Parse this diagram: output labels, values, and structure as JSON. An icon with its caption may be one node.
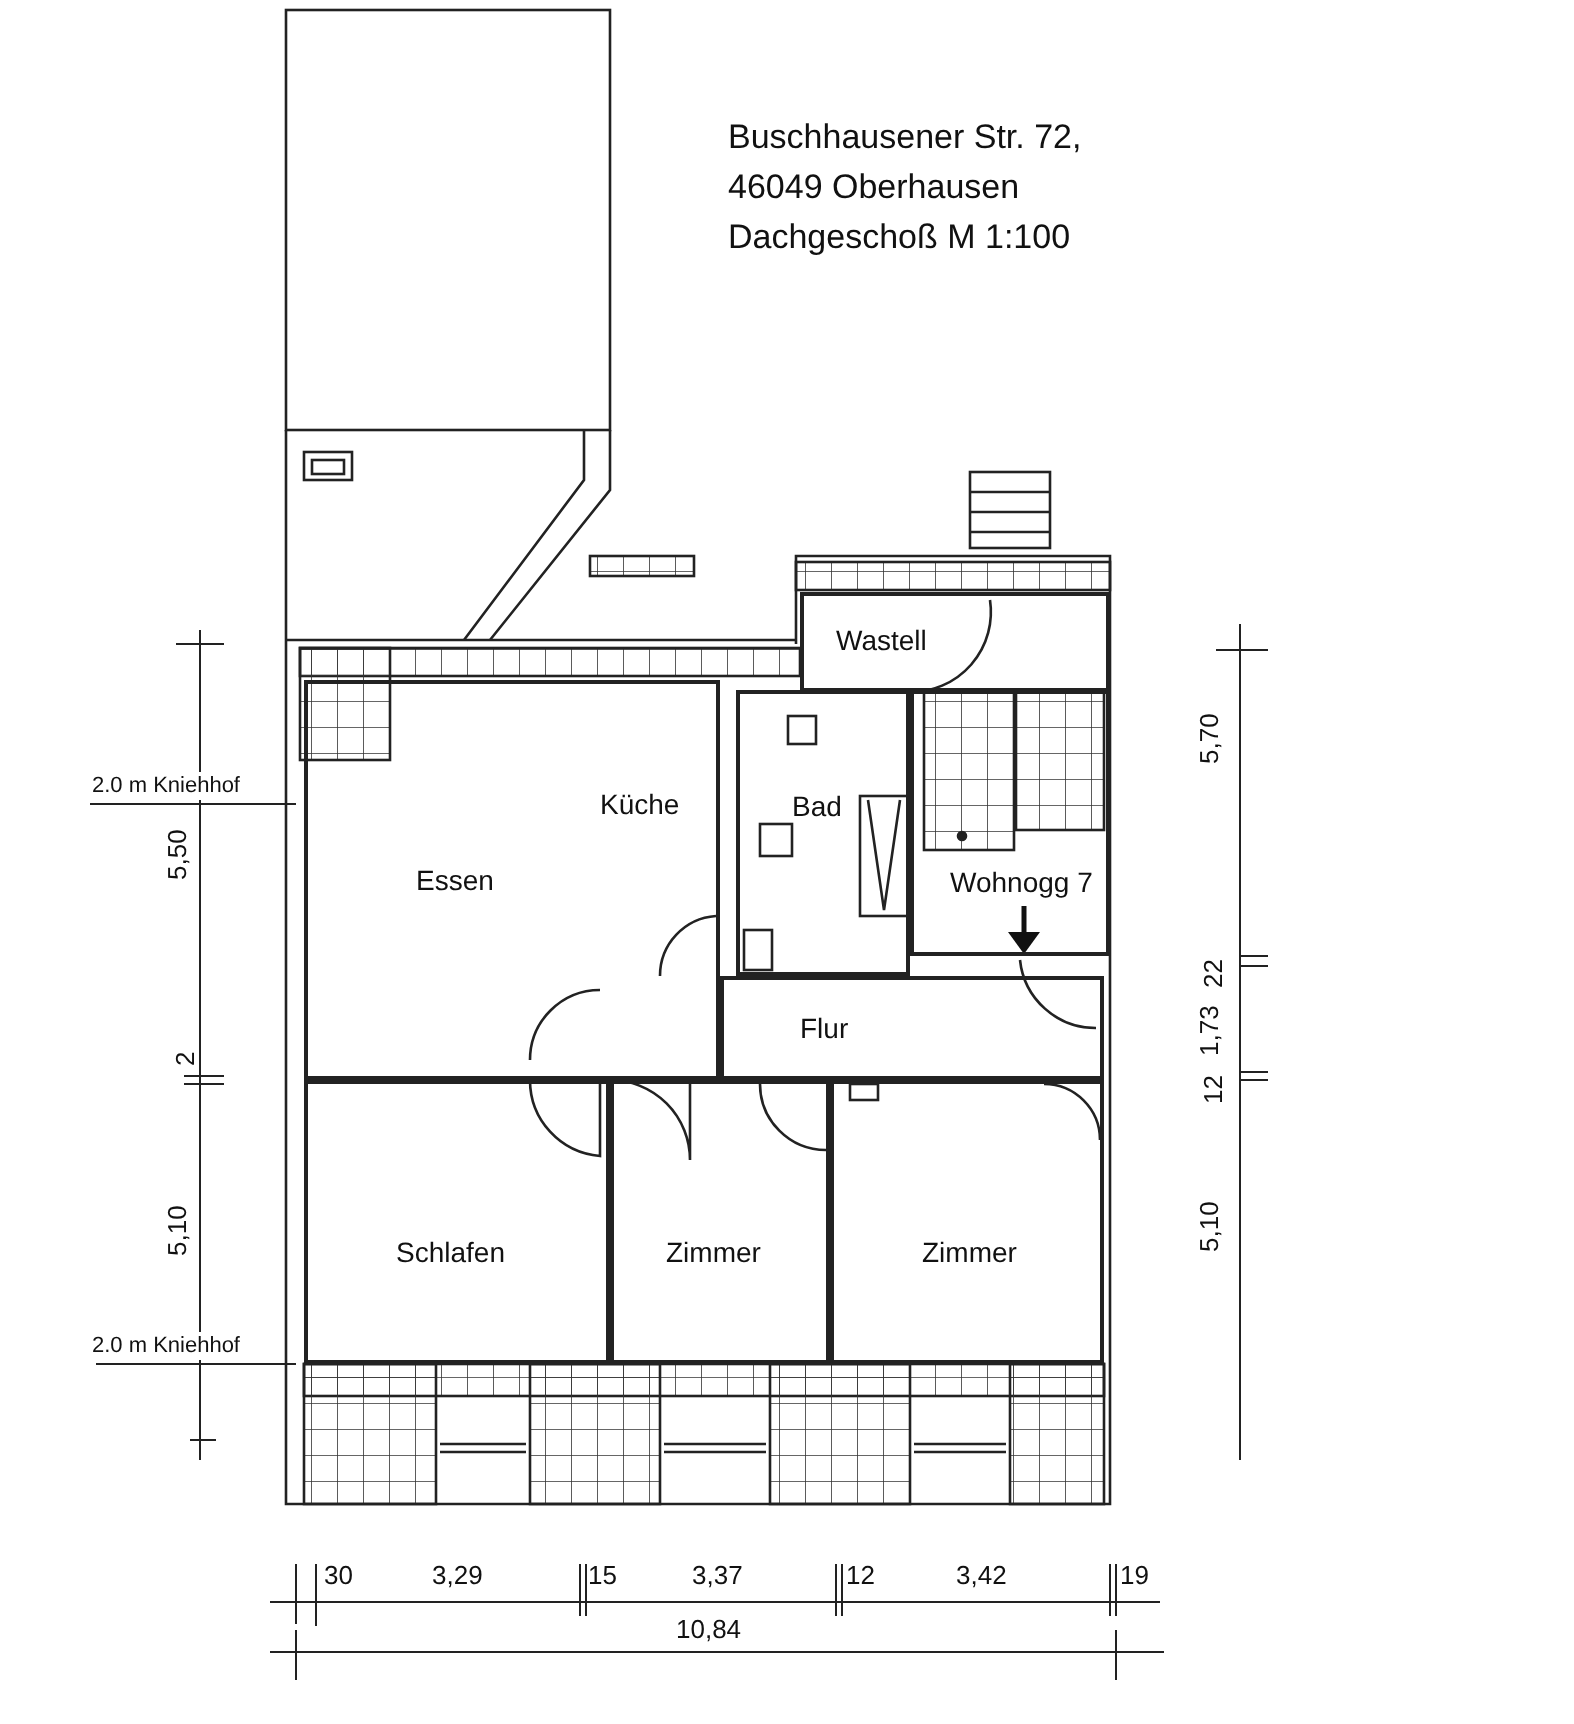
{
  "diagram": {
    "title": "Buschhausener Str. 72, 46049 Oberhausen Dachgeschoß M 1:100",
    "nodes": [
      {
        "text": [
          "Wastell"
        ]
      },
      {
        "text": [
          "Küche",
          "Essen"
        ]
      },
      {
        "text": [
          "Bad"
        ]
      },
      {
        "text": [
          "Wohnogg 7"
        ]
      },
      {
        "text": [
          "Flur"
        ]
      },
      {
        "text": [
          "Schlafen"
        ]
      },
      {
        "text": [
          "Zimmer"
        ]
      },
      {
        "text": [
          "Zimmer"
        ]
      }
    ],
    "labels": [
      "2.0 m Kniehhof",
      "5,50",
      "2",
      "5,10",
      "2.0 m Kniehhof",
      "5,70",
      "22",
      "1,73",
      "12",
      "5,10",
      "30",
      "3,29",
      "15",
      "3,37",
      "12",
      "3,42",
      "19",
      "10,84"
    ]
  }
}
